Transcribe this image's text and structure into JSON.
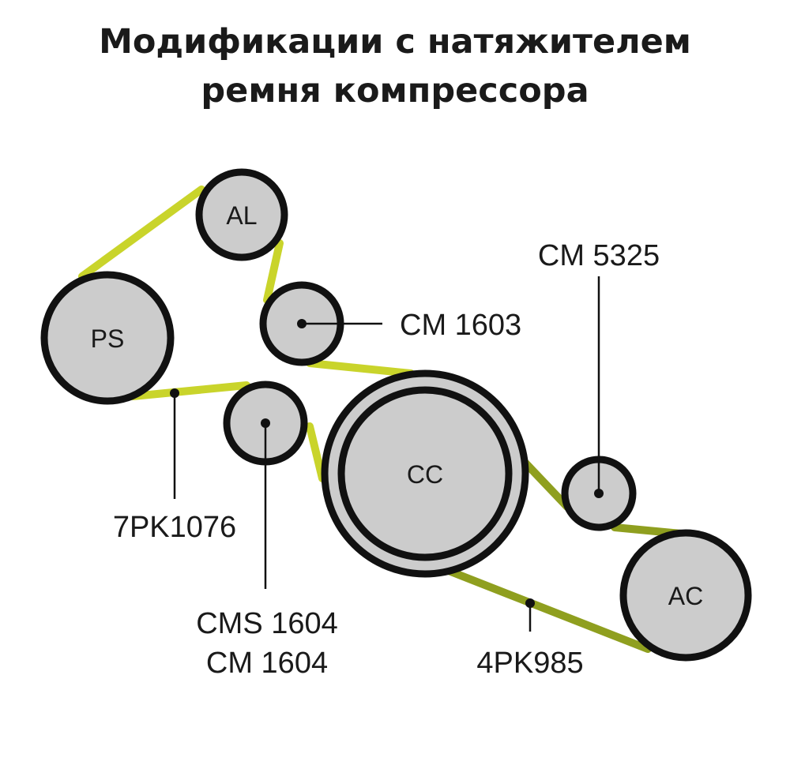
{
  "title": {
    "line1": "Модификации с натяжителем",
    "line2": "ремня компрессора"
  },
  "colors": {
    "belt_main": "#c9d42b",
    "belt_ac": "#8f9f1f",
    "pulley_fill": "#cccccc",
    "outline": "#111111"
  },
  "pulleys": {
    "al": "AL",
    "ps": "PS",
    "cc": "CC",
    "ac": "AC"
  },
  "callouts": {
    "cm1603": "CM 1603",
    "cm5325": "CM 5325",
    "pk7": "7PK1076",
    "cms1604": "CMS 1604",
    "cm1604": "CM 1604",
    "pk4": "4PK985"
  }
}
